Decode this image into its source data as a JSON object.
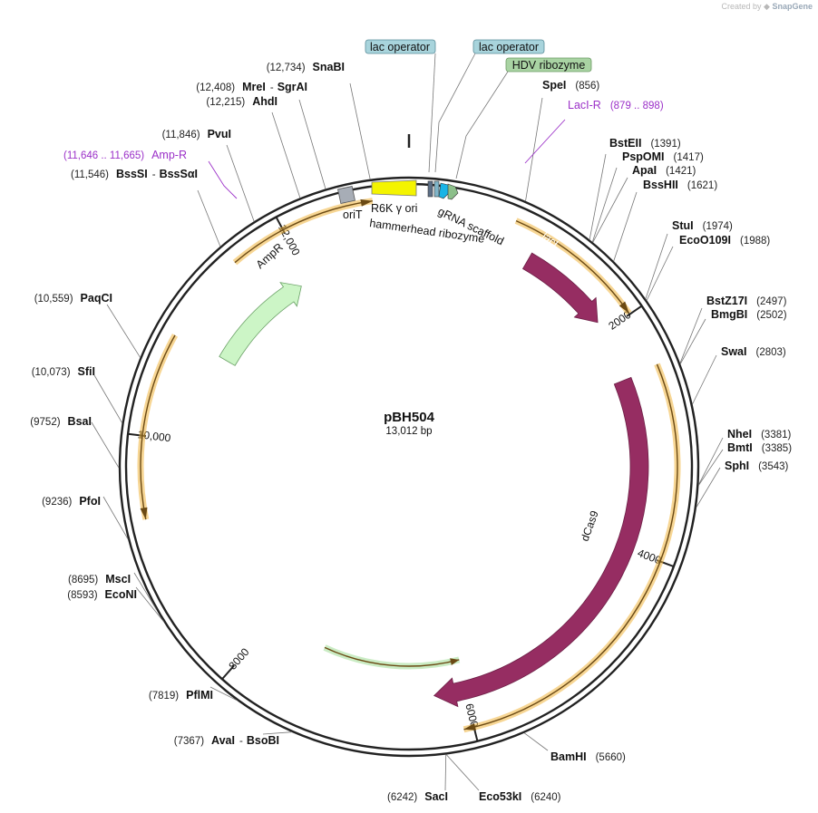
{
  "credit": {
    "prefix": "Created by",
    "brand": "SnapGene"
  },
  "plasmid": {
    "name": "pBH504",
    "length_text": "13,012 bp"
  },
  "ticks": [
    "12,000",
    "2000",
    "4000",
    "6000",
    "8000",
    "10,000"
  ],
  "sites": [
    {
      "name": "SnaBI",
      "pos": "(12,734)"
    },
    {
      "name": "MreI",
      "sep": "-",
      "name2": "SgrAI",
      "pos": "(12,408)"
    },
    {
      "name": "AhdI",
      "pos": "(12,215)"
    },
    {
      "name": "PvuI",
      "pos": "(11,846)"
    },
    {
      "name": "BssSI",
      "sep": "-",
      "name2": "BssSαI",
      "pos": "(11,546)"
    },
    {
      "name": "SpeI",
      "pos": "(856)"
    },
    {
      "name": "BstEII",
      "pos": "(1391)"
    },
    {
      "name": "PspOMI",
      "pos": "(1417)"
    },
    {
      "name": "ApaI",
      "pos": "(1421)"
    },
    {
      "name": "BssHII",
      "pos": "(1621)"
    },
    {
      "name": "StuI",
      "pos": "(1974)"
    },
    {
      "name": "EcoO109I",
      "pos": "(1988)"
    },
    {
      "name": "BstZ17I",
      "pos": "(2497)"
    },
    {
      "name": "BmgBI",
      "pos": "(2502)"
    },
    {
      "name": "SwaI",
      "pos": "(2803)"
    },
    {
      "name": "NheI",
      "pos": "(3381)"
    },
    {
      "name": "BmtI",
      "pos": "(3385)"
    },
    {
      "name": "SphI",
      "pos": "(3543)"
    },
    {
      "name": "BamHI",
      "pos": "(5660)"
    },
    {
      "name": "Eco53kI",
      "pos": "(6240)"
    },
    {
      "name": "SacI",
      "pos": "(6242)"
    },
    {
      "name": "AvaI",
      "sep": "-",
      "name2": "BsoBI",
      "pos": "(7367)"
    },
    {
      "name": "PflMI",
      "pos": "(7819)"
    },
    {
      "name": "EcoNI",
      "pos": "(8593)"
    },
    {
      "name": "MscI",
      "pos": "(8695)"
    },
    {
      "name": "PfoI",
      "pos": "(9236)"
    },
    {
      "name": "BsaI",
      "pos": "(9752)"
    },
    {
      "name": "SfiI",
      "pos": "(10,073)"
    },
    {
      "name": "PaqCI",
      "pos": "(10,559)"
    }
  ],
  "primers": [
    {
      "name": "Amp-R",
      "pos": "(11,646 .. 11,665)"
    },
    {
      "name": "LacI-R",
      "pos": "(879 .. 898)"
    }
  ],
  "boxed_features": [
    {
      "label": "lac operator",
      "color": "#a8d4dc"
    },
    {
      "label": "lac operator",
      "color": "#a8d4dc"
    },
    {
      "label": "HDV ribozyme",
      "color": "#a9d3a3"
    }
  ],
  "features": {
    "ampr": "AmpR",
    "orit": "oriT",
    "r6k": "R6K γ ori",
    "hammerhead": "hammerhead ribozyme",
    "grna": "gRNA scaffold",
    "laci": "lacI",
    "dcas9": "dCas9"
  },
  "colors": {
    "laci": "#962d62",
    "dcas9": "#962d62",
    "ampr": "#ccf5c6",
    "r6k": "#f4f400",
    "orit": "#a7adb6",
    "orf_orange": "#f0b43c",
    "orf_green": "#9fdc94",
    "primer": "#9b30c8"
  }
}
